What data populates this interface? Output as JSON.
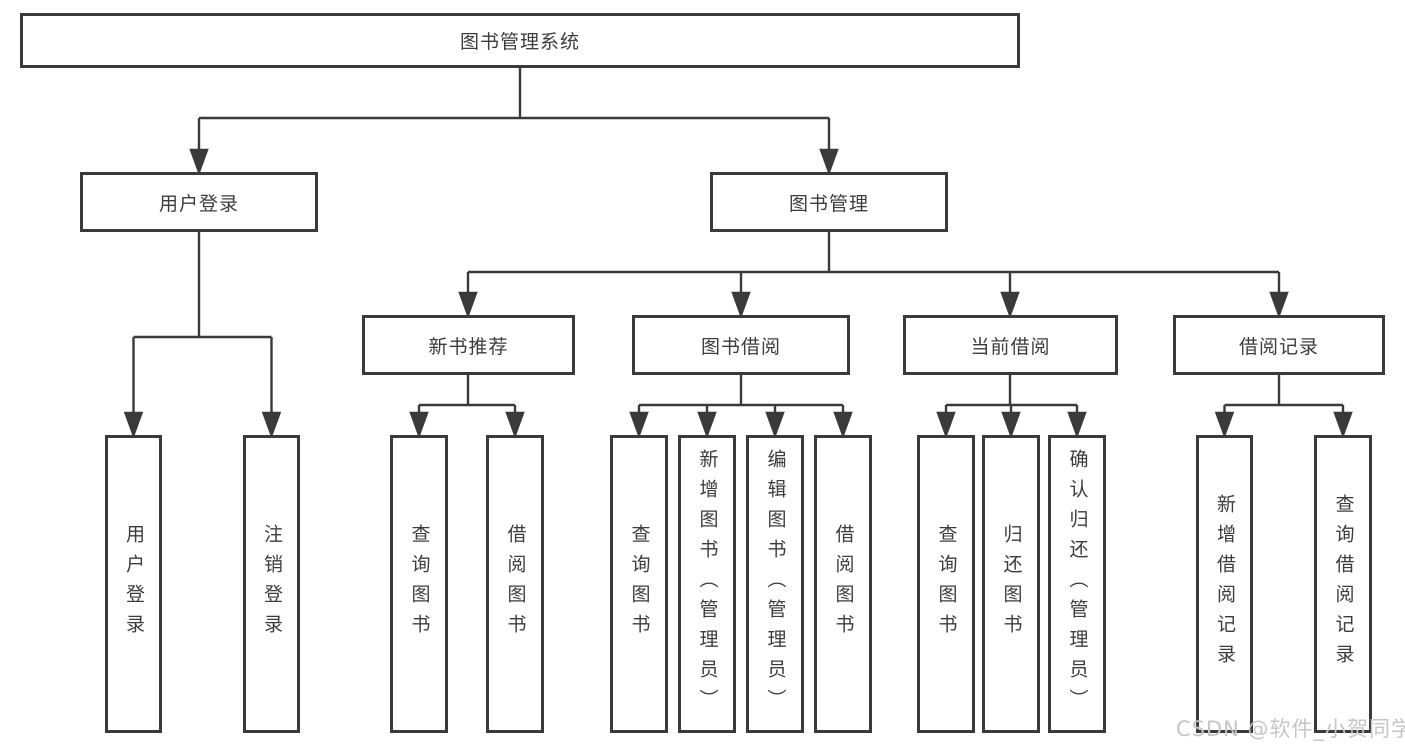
{
  "diagram": {
    "title": "图书管理系统",
    "root": {
      "label": "图书管理系统",
      "children": [
        {
          "label": "用户登录",
          "children": [
            {
              "label": "用户登录"
            },
            {
              "label": "注销登录"
            }
          ]
        },
        {
          "label": "图书管理",
          "children": [
            {
              "label": "新书推荐",
              "children": [
                {
                  "label": "查询图书"
                },
                {
                  "label": "借阅图书"
                }
              ]
            },
            {
              "label": "图书借阅",
              "children": [
                {
                  "label": "查询图书"
                },
                {
                  "label": "新增图书（管理员）"
                },
                {
                  "label": "编辑图书（管理员）"
                },
                {
                  "label": "借阅图书"
                }
              ]
            },
            {
              "label": "当前借阅",
              "children": [
                {
                  "label": "查询图书"
                },
                {
                  "label": "归还图书"
                },
                {
                  "label": "确认归还（管理员）"
                }
              ]
            },
            {
              "label": "借阅记录",
              "children": [
                {
                  "label": "新增借阅记录"
                },
                {
                  "label": "查询借阅记录"
                }
              ]
            }
          ]
        }
      ]
    }
  },
  "watermark": {
    "text": "CSDN @软件_小贺同学"
  },
  "colors": {
    "line": "#3a3a3a",
    "border": "#3a3a3a",
    "text": "#3c3c3c",
    "background": "#ffffff",
    "watermark_text": "#c6c6c6"
  }
}
